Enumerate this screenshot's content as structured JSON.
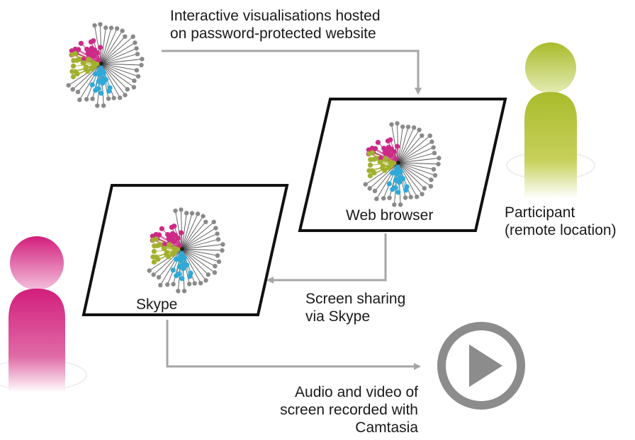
{
  "labels": {
    "hosted": [
      "Interactive visualisations hosted",
      "on password-protected website"
    ],
    "web_browser": "Web browser",
    "skype": "Skype",
    "participant": [
      "Participant",
      "(remote location)"
    ],
    "screen_sharing": [
      "Screen sharing",
      "via Skype"
    ],
    "recording": [
      "Audio and video of",
      "screen recorded with",
      "Camtasia"
    ]
  },
  "colors": {
    "participant_figure": "#a9bb2b",
    "researcher_figure": "#d21e7c",
    "network_magenta": "#cc2a86",
    "network_olive": "#a3b02e",
    "network_cyan": "#2ea9d8",
    "network_grey": "#8a8a8a",
    "arrow": "#a6a6a6",
    "frame": "#111111"
  },
  "icons": {
    "network": "network-graph-icon",
    "play": "play-button-icon",
    "participant": "person-icon",
    "researcher": "person-icon"
  }
}
